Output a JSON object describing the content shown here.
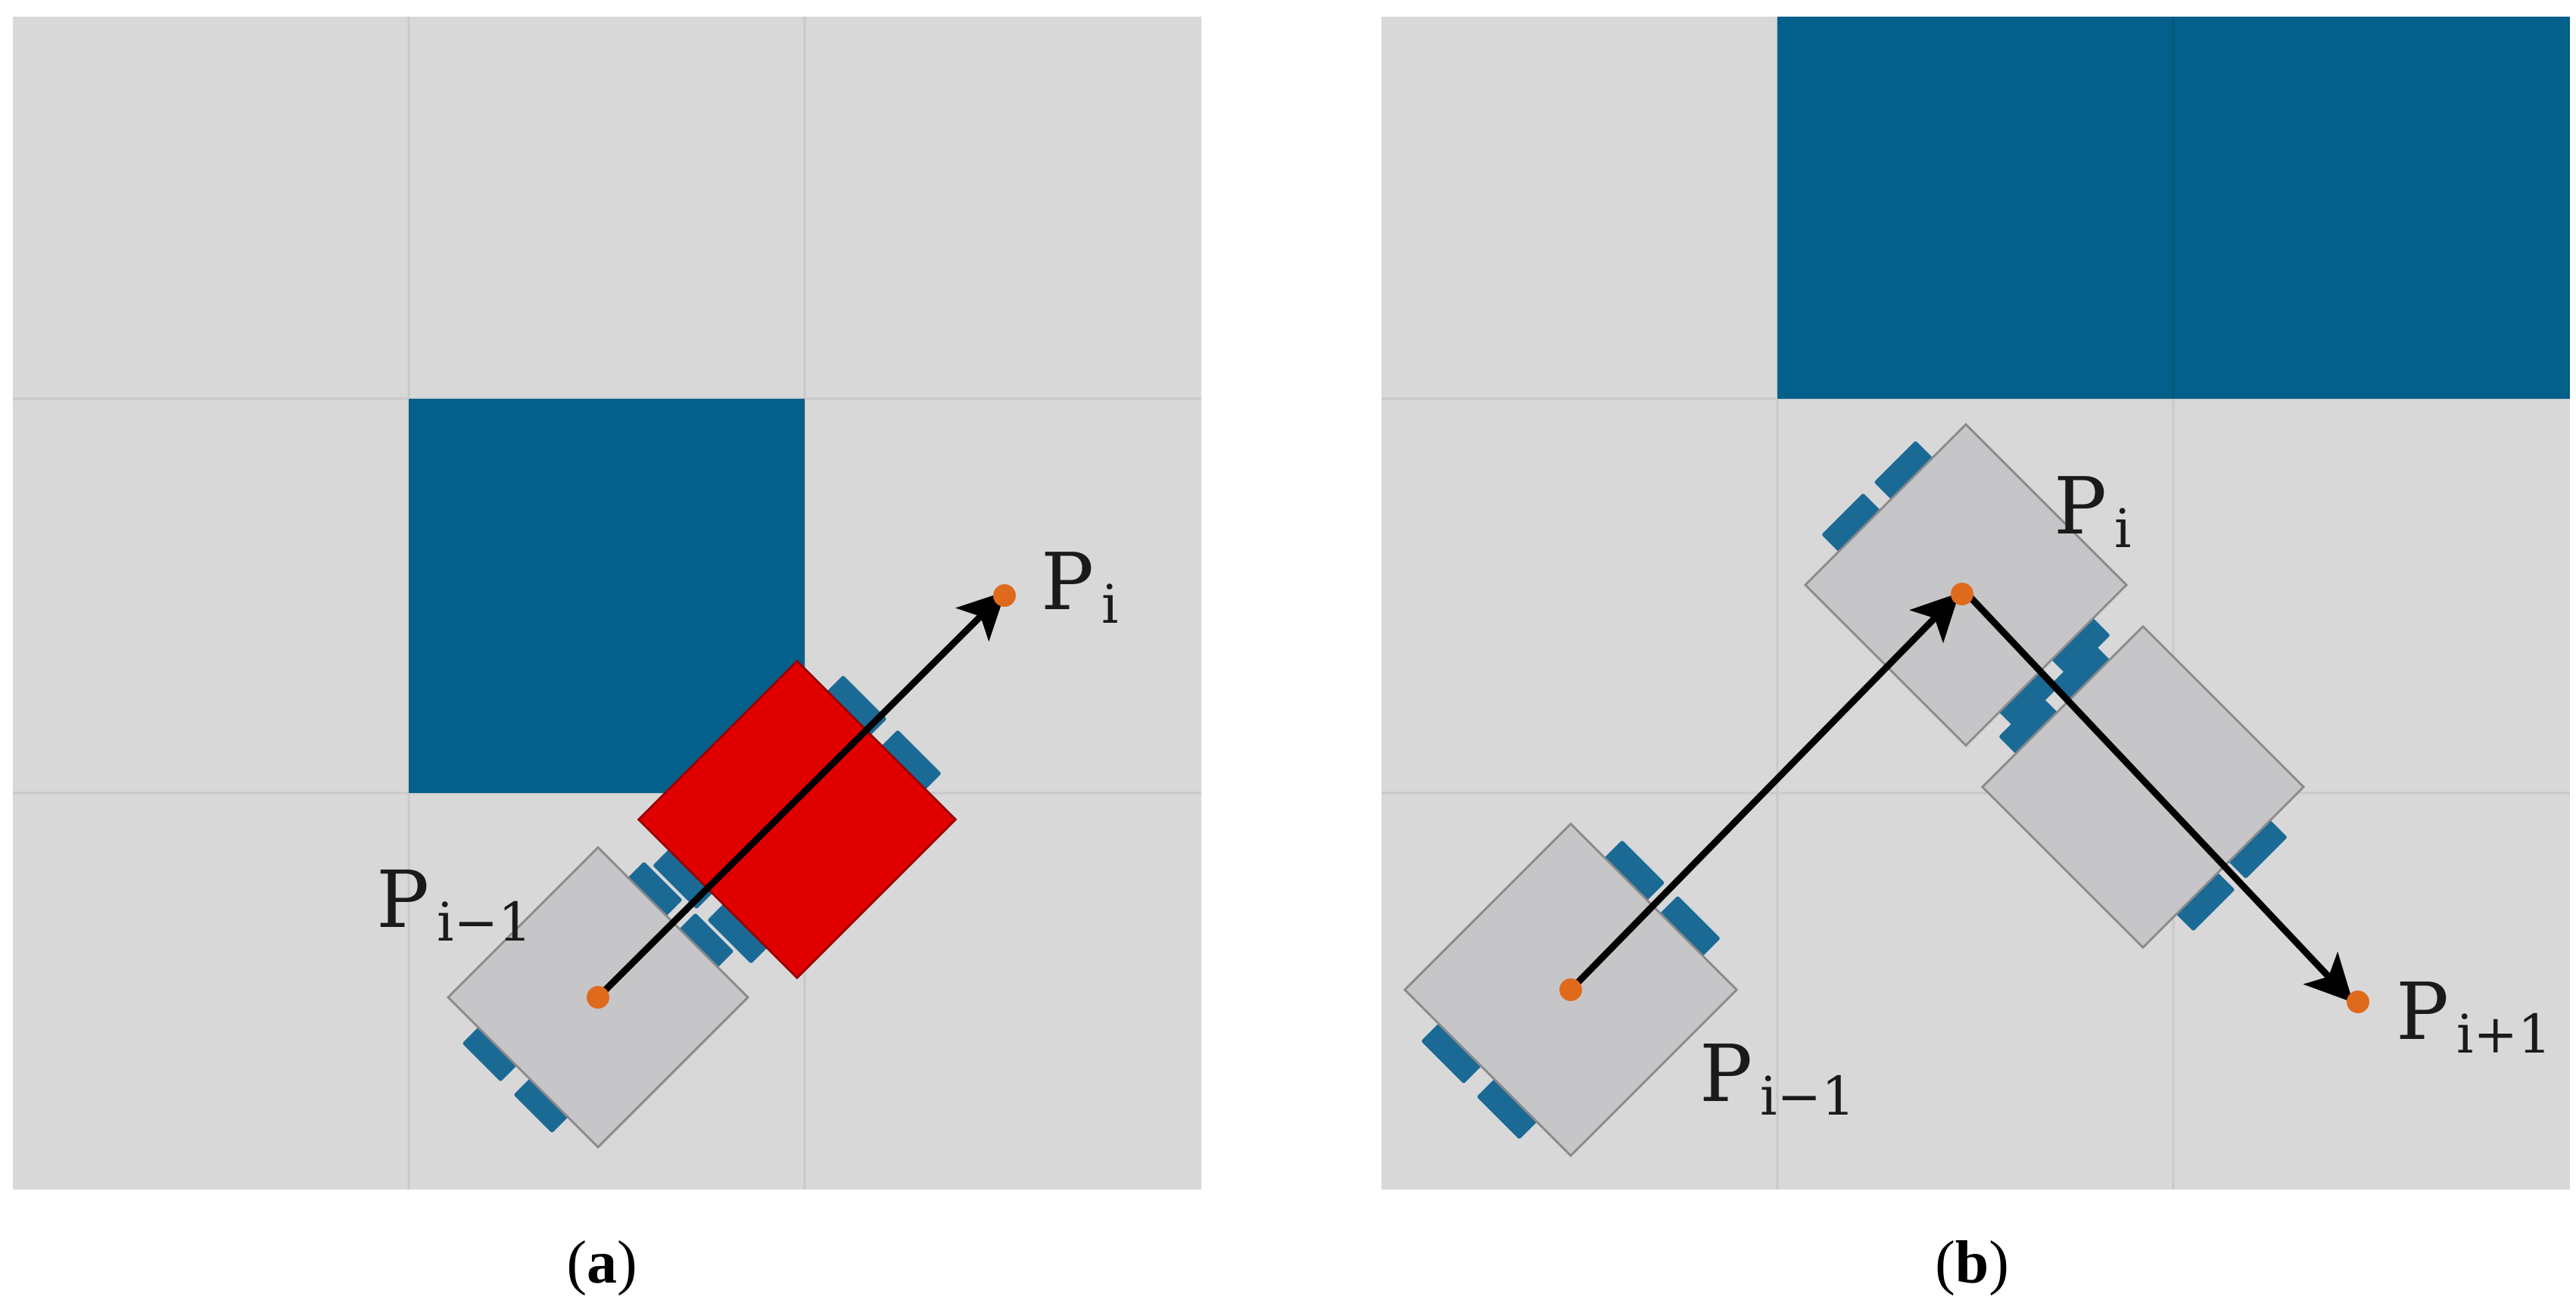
{
  "panel_a": {
    "caption_open": "(",
    "caption_letter": "a",
    "caption_close": ")",
    "labels": {
      "p_i_main": "P",
      "p_i_sub": "i",
      "p_prev_main": "P",
      "p_prev_sub": "i−1"
    },
    "colors": {
      "grid_cell": "#d8d8d9",
      "grid_line": "#c9c9cb",
      "obstacle": "#02608a",
      "collision": "#e10000"
    }
  },
  "panel_b": {
    "caption_open": "(",
    "caption_letter": "b",
    "caption_close": ")",
    "labels": {
      "p_i_main": "P",
      "p_i_sub": "i",
      "p_prev_main": "P",
      "p_prev_sub": "i−1",
      "p_next_main": "P",
      "p_next_sub": "i+1"
    },
    "colors": {
      "grid_cell": "#d8d8d9",
      "grid_line": "#c9c9cb",
      "obstacle": "#02608a"
    }
  },
  "colors": {
    "robot_body": "#c6c6c8",
    "robot_outline": "#8a8a8c",
    "wheel": "#1a6a95",
    "waypoint": "#e06a1c",
    "arrow": "#000000"
  },
  "icons": {
    "robot": "robot-icon",
    "waypoint": "waypoint-dot-icon"
  }
}
